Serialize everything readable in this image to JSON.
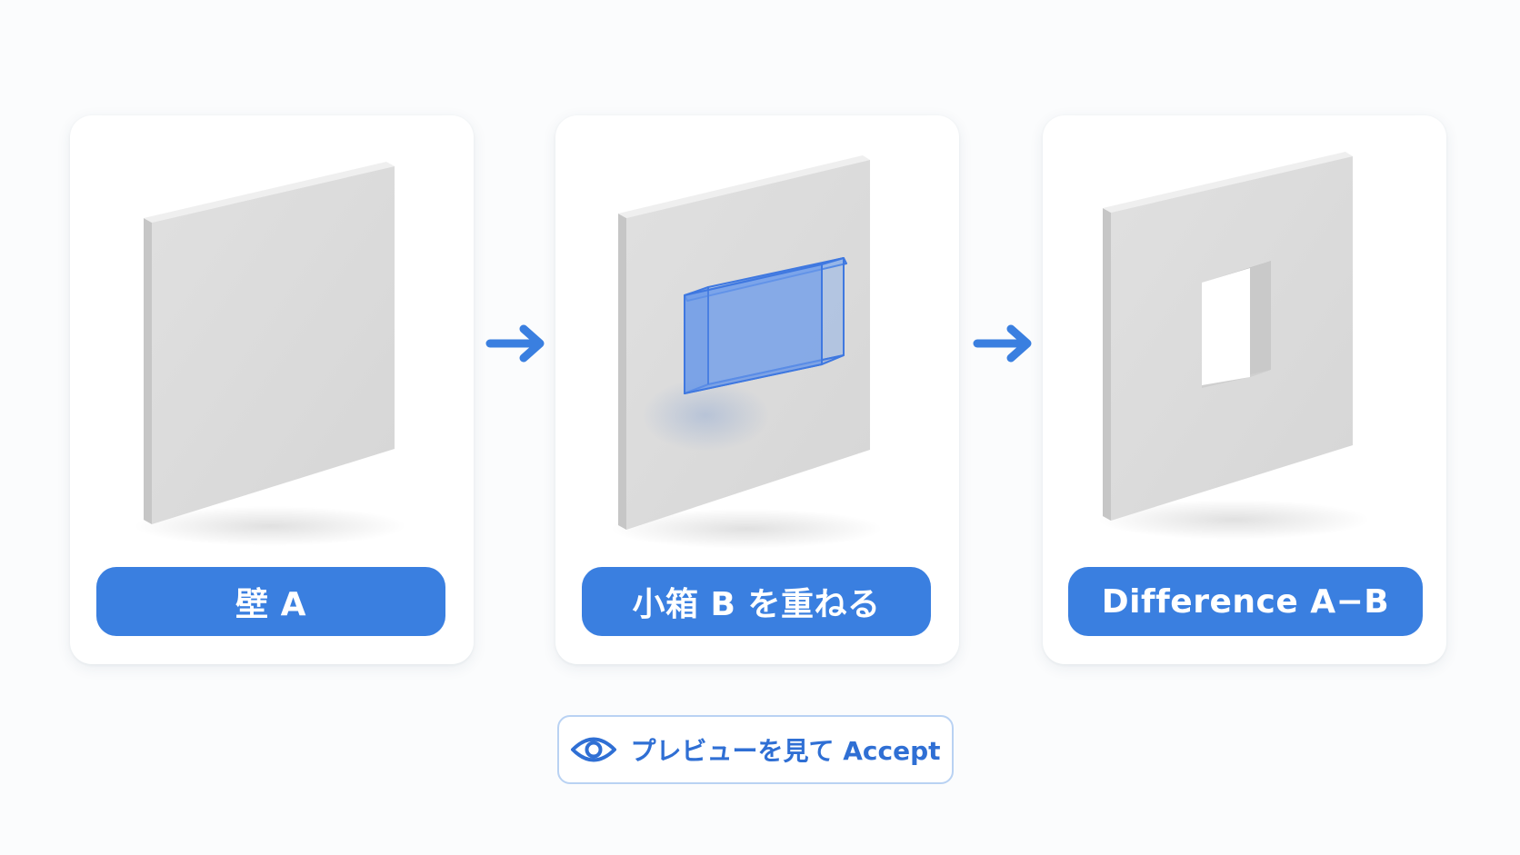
{
  "steps": [
    {
      "label": "壁 A",
      "shape": "solid-wall"
    },
    {
      "label": "小箱 B を重ねる",
      "shape": "wall-with-overlapping-box"
    },
    {
      "label": "Difference A−B",
      "shape": "wall-with-hole"
    }
  ],
  "arrows": [
    {
      "icon": "arrow-right-icon"
    },
    {
      "icon": "arrow-right-icon"
    }
  ],
  "action": {
    "icon": "eye-icon",
    "label": "プレビューを見て Accept"
  },
  "colors": {
    "accent": "#3a7fe0",
    "box_overlay": "#4a86e8",
    "wall": "#dcdcdc"
  }
}
